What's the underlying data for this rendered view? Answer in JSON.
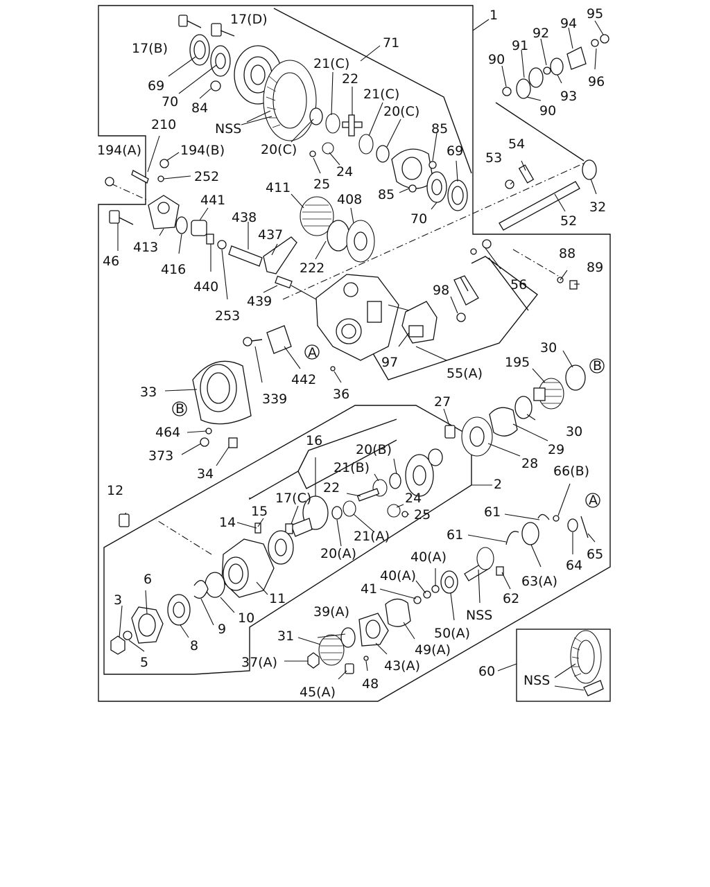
{
  "labels": {
    "l1": "1",
    "l2": "2",
    "l3": "3",
    "l5": "5",
    "l6": "6",
    "l8": "8",
    "l9": "9",
    "l10": "10",
    "l11": "11",
    "l12": "12",
    "l14": "14",
    "l15": "15",
    "l16": "16",
    "l17b": "17(B)",
    "l17c": "17(C)",
    "l17d": "17(D)",
    "l20a": "20(A)",
    "l20b": "20(B)",
    "l20c1": "20(C)",
    "l20c2": "20(C)",
    "l21a": "21(A)",
    "l21b": "21(B)",
    "l21c1": "21(C)",
    "l21c2": "21(C)",
    "l22a": "22",
    "l22b": "22",
    "l24a": "24",
    "l24b": "24",
    "l25a": "25",
    "l25b": "25",
    "l27": "27",
    "l28": "28",
    "l29": "29",
    "l30a": "30",
    "l30b": "30",
    "l31": "31",
    "l32": "32",
    "l33": "33",
    "l34": "34",
    "l36": "36",
    "l37a": "37(A)",
    "l39a": "39(A)",
    "l40a1": "40(A)",
    "l40a2": "40(A)",
    "l41": "41",
    "l43a": "43(A)",
    "l45a": "45(A)",
    "l46": "46",
    "l48": "48",
    "l49a": "49(A)",
    "l50a": "50(A)",
    "l52": "52",
    "l53": "53",
    "l54": "54",
    "l55a": "55(A)",
    "l56": "56",
    "l60": "60",
    "l61a": "61",
    "l61b": "61",
    "l62": "62",
    "l63a": "63(A)",
    "l64": "64",
    "l65": "65",
    "l66b": "66(B)",
    "l69a": "69",
    "l69b": "69",
    "l70a": "70",
    "l70b": "70",
    "l71": "71",
    "l84": "84",
    "l85a": "85",
    "l85b": "85",
    "l88": "88",
    "l89": "89",
    "l90a": "90",
    "l90b": "90",
    "l91": "91",
    "l92": "92",
    "l93": "93",
    "l94": "94",
    "l95": "95",
    "l96": "96",
    "l97": "97",
    "l98": "98",
    "l194a": "194(A)",
    "l194b": "194(B)",
    "l195": "195",
    "l210": "210",
    "l222": "222",
    "l252": "252",
    "l253": "253",
    "l339": "339",
    "l373": "373",
    "l408": "408",
    "l411": "411",
    "l413": "413",
    "l416": "416",
    "l437": "437",
    "l438": "438",
    "l439": "439",
    "l440": "440",
    "l441": "441",
    "l442": "442",
    "l464": "464",
    "nss1": "NSS",
    "nss2": "NSS",
    "nss3": "NSS",
    "refA1": "A",
    "refA2": "A",
    "refB1": "B",
    "refB2": "B"
  }
}
